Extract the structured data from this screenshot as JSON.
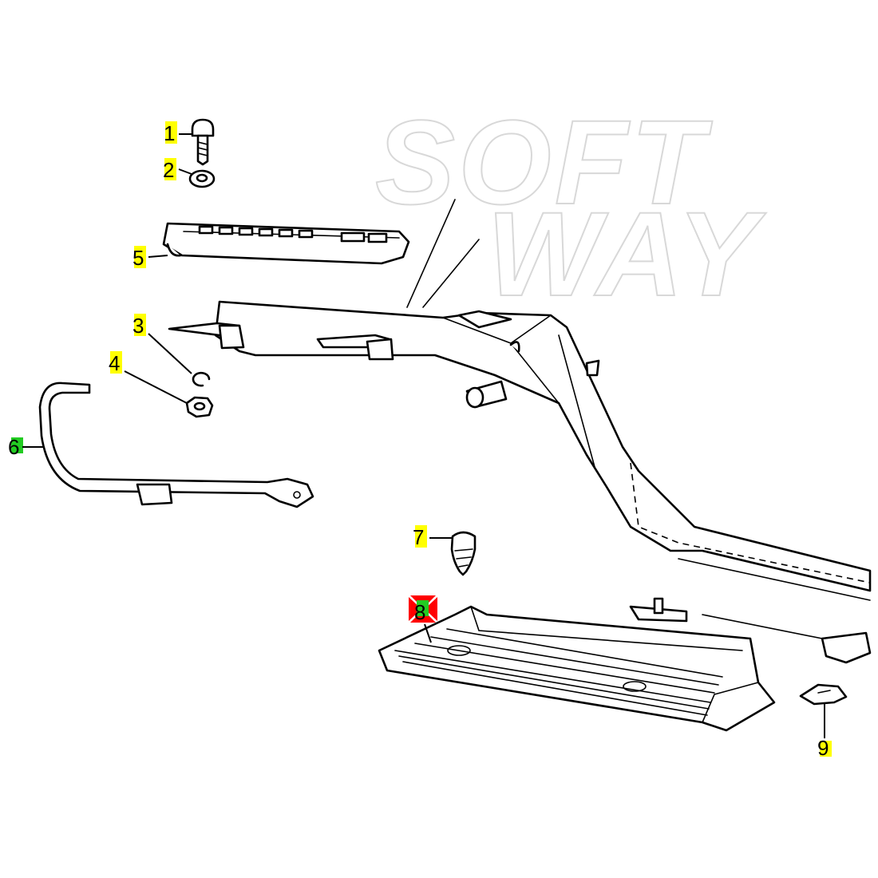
{
  "watermark": {
    "line1": "SOFT",
    "line2": "WAY"
  },
  "callouts": [
    {
      "id": "1",
      "label": "1",
      "highlight": "#ffff00"
    },
    {
      "id": "2",
      "label": "2",
      "highlight": "#ffff00"
    },
    {
      "id": "3",
      "label": "3",
      "highlight": "#ffff00"
    },
    {
      "id": "4",
      "label": "4",
      "highlight": "#ffff00"
    },
    {
      "id": "5",
      "label": "5",
      "highlight": "#ffff00"
    },
    {
      "id": "6",
      "label": "6",
      "highlight": "#22cc22"
    },
    {
      "id": "7",
      "label": "7",
      "highlight": "#ffff00"
    },
    {
      "id": "8",
      "label": "8",
      "highlight": "#22cc22"
    },
    {
      "id": "9",
      "label": "9",
      "highlight": "#ffff00"
    }
  ],
  "colors": {
    "highlight_yellow": "#ffff00",
    "highlight_green": "#22cc22",
    "selected_marker": "#ff0000",
    "line": "#000000"
  }
}
